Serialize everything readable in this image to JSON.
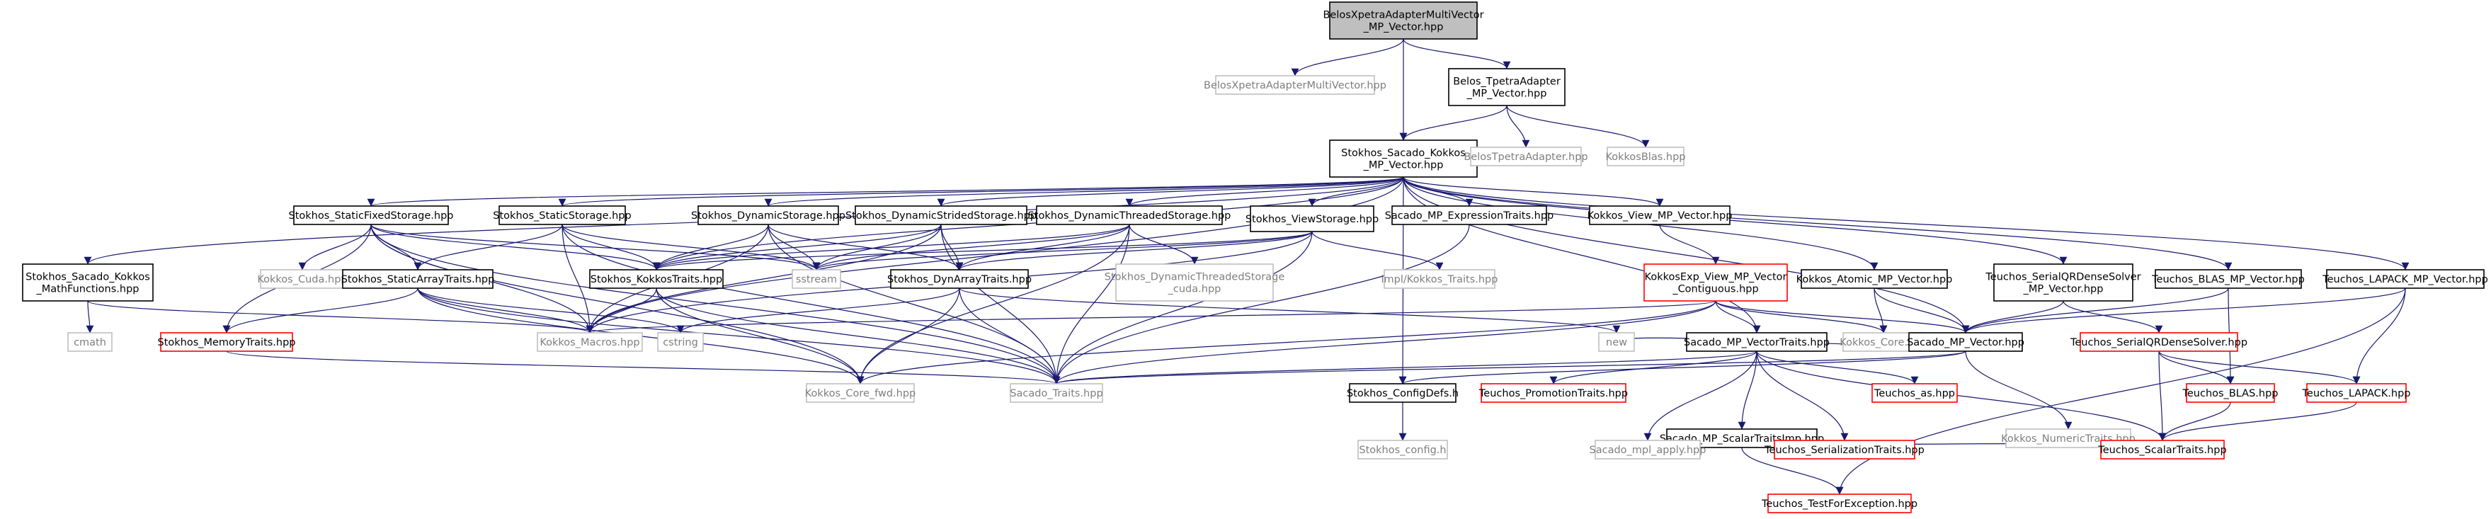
{
  "graph_title": "BelosXpetraAdapterMultiVector_MP_Vector.hpp",
  "colors": {
    "root_fill": "#bfbfbf",
    "documented_border": "#000000",
    "undocumented_border": "#bfbfbf",
    "undocumented_text": "#7f7f7f",
    "highlight_border": "#ff0000",
    "edge": "#191970"
  },
  "nodes": [
    {
      "id": "root",
      "lines": [
        "BelosXpetraAdapterMultiVector",
        "_MP_Vector.hpp"
      ],
      "style": "root"
    },
    {
      "id": "belos_xpetra",
      "lines": [
        "BelosXpetraAdapterMultiVector.hpp"
      ],
      "style": "gray"
    },
    {
      "id": "belos_tpetra_mp",
      "lines": [
        "Belos_TpetraAdapter",
        "_MP_Vector.hpp"
      ],
      "style": "black"
    },
    {
      "id": "stokhos_sacado_kokkos",
      "lines": [
        "Stokhos_Sacado_Kokkos",
        "_MP_Vector.hpp"
      ],
      "style": "black"
    },
    {
      "id": "belos_tpetra",
      "lines": [
        "BelosTpetraAdapter.hpp"
      ],
      "style": "gray"
    },
    {
      "id": "kokkos_blas",
      "lines": [
        "KokkosBlas.hpp"
      ],
      "style": "gray"
    },
    {
      "id": "static_fixed",
      "lines": [
        "Stokhos_StaticFixedStorage.hpp"
      ],
      "style": "black"
    },
    {
      "id": "static_storage",
      "lines": [
        "Stokhos_StaticStorage.hpp"
      ],
      "style": "black"
    },
    {
      "id": "dynamic_storage",
      "lines": [
        "Stokhos_DynamicStorage.hpp"
      ],
      "style": "black"
    },
    {
      "id": "dynamic_strided",
      "lines": [
        "Stokhos_DynamicStridedStorage.hpp"
      ],
      "style": "black"
    },
    {
      "id": "dynamic_threaded",
      "lines": [
        "Stokhos_DynamicThreadedStorage.hpp"
      ],
      "style": "black"
    },
    {
      "id": "view_storage",
      "lines": [
        "Stokhos_ViewStorage.hpp"
      ],
      "style": "black"
    },
    {
      "id": "sacado_expr_traits",
      "lines": [
        "Sacado_MP_ExpressionTraits.hpp"
      ],
      "style": "black"
    },
    {
      "id": "kokkos_view_mp",
      "lines": [
        "Kokkos_View_MP_Vector.hpp"
      ],
      "style": "black"
    },
    {
      "id": "sacado_kokkos_mathfun",
      "lines": [
        "Stokhos_Sacado_Kokkos",
        "_MathFunctions.hpp"
      ],
      "style": "black"
    },
    {
      "id": "kokkos_cuda",
      "lines": [
        "Kokkos_Cuda.hpp"
      ],
      "style": "gray"
    },
    {
      "id": "static_array_traits",
      "lines": [
        "Stokhos_StaticArrayTraits.hpp"
      ],
      "style": "black"
    },
    {
      "id": "kokkos_traits",
      "lines": [
        "Stokhos_KokkosTraits.hpp"
      ],
      "style": "black"
    },
    {
      "id": "sstream",
      "lines": [
        "sstream"
      ],
      "style": "gray"
    },
    {
      "id": "dyn_array_traits",
      "lines": [
        "Stokhos_DynArrayTraits.hpp"
      ],
      "style": "black"
    },
    {
      "id": "dyn_threaded_cuda",
      "lines": [
        "Stokhos_DynamicThreadedStorage",
        "_cuda.hpp"
      ],
      "style": "gray"
    },
    {
      "id": "impl_kokkos_traits",
      "lines": [
        "impl/Kokkos_Traits.hpp"
      ],
      "style": "gray"
    },
    {
      "id": "kokkosexp_view_contig",
      "lines": [
        "KokkosExp_View_MP_Vector",
        "_Contiguous.hpp"
      ],
      "style": "red"
    },
    {
      "id": "kokkos_atomic_mp",
      "lines": [
        "Kokkos_Atomic_MP_Vector.hpp"
      ],
      "style": "black"
    },
    {
      "id": "teuchos_serialqr_mp",
      "lines": [
        "Teuchos_SerialQRDenseSolver",
        "_MP_Vector.hpp"
      ],
      "style": "black"
    },
    {
      "id": "teuchos_blas_mp",
      "lines": [
        "Teuchos_BLAS_MP_Vector.hpp"
      ],
      "style": "black"
    },
    {
      "id": "teuchos_lapack_mp",
      "lines": [
        "Teuchos_LAPACK_MP_Vector.hpp"
      ],
      "style": "black"
    },
    {
      "id": "cmath",
      "lines": [
        "cmath"
      ],
      "style": "gray"
    },
    {
      "id": "memory_traits",
      "lines": [
        "Stokhos_MemoryTraits.hpp"
      ],
      "style": "red"
    },
    {
      "id": "kokkos_macros",
      "lines": [
        "Kokkos_Macros.hpp"
      ],
      "style": "gray"
    },
    {
      "id": "cstring",
      "lines": [
        "cstring"
      ],
      "style": "gray"
    },
    {
      "id": "new",
      "lines": [
        "new"
      ],
      "style": "gray"
    },
    {
      "id": "kokkos_core",
      "lines": [
        "Kokkos_Core.hpp"
      ],
      "style": "gray"
    },
    {
      "id": "sacado_mp_vector",
      "lines": [
        "Sacado_MP_Vector.hpp"
      ],
      "style": "black"
    },
    {
      "id": "sacado_mp_vector_traits",
      "lines": [
        "Sacado_MP_VectorTraits.hpp"
      ],
      "style": "black"
    },
    {
      "id": "teuchos_serialqr",
      "lines": [
        "Teuchos_SerialQRDenseSolver.hpp"
      ],
      "style": "red"
    },
    {
      "id": "kokkos_core_fwd",
      "lines": [
        "Kokkos_Core_fwd.hpp"
      ],
      "style": "gray"
    },
    {
      "id": "sacado_traits",
      "lines": [
        "Sacado_Traits.hpp"
      ],
      "style": "gray"
    },
    {
      "id": "stokhos_configdefs",
      "lines": [
        "Stokhos_ConfigDefs.h"
      ],
      "style": "black"
    },
    {
      "id": "teuchos_promotion",
      "lines": [
        "Teuchos_PromotionTraits.hpp"
      ],
      "style": "red"
    },
    {
      "id": "teuchos_as",
      "lines": [
        "Teuchos_as.hpp"
      ],
      "style": "red"
    },
    {
      "id": "kokkos_numeric_traits",
      "lines": [
        "Kokkos_NumericTraits.hpp"
      ],
      "style": "gray"
    },
    {
      "id": "teuchos_blas",
      "lines": [
        "Teuchos_BLAS.hpp"
      ],
      "style": "red"
    },
    {
      "id": "teuchos_lapack",
      "lines": [
        "Teuchos_LAPACK.hpp"
      ],
      "style": "red"
    },
    {
      "id": "sacado_scalar_traits_imp",
      "lines": [
        "Sacado_MP_ScalarTraitsImp.hpp"
      ],
      "style": "black"
    },
    {
      "id": "stokhos_config",
      "lines": [
        "Stokhos_config.h"
      ],
      "style": "gray"
    },
    {
      "id": "sacado_mpl_apply",
      "lines": [
        "Sacado_mpl_apply.hpp"
      ],
      "style": "gray"
    },
    {
      "id": "teuchos_serialization",
      "lines": [
        "Teuchos_SerializationTraits.hpp"
      ],
      "style": "red"
    },
    {
      "id": "teuchos_scalar_traits",
      "lines": [
        "Teuchos_ScalarTraits.hpp"
      ],
      "style": "red"
    },
    {
      "id": "teuchos_testforexception",
      "lines": [
        "Teuchos_TestForException.hpp"
      ],
      "style": "red"
    }
  ]
}
